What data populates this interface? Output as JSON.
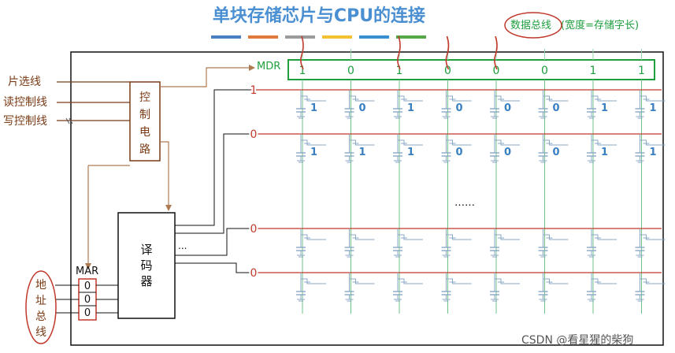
{
  "title": "单块存储芯片与CPU的连接",
  "title_underline_colors": [
    "#4a7fc1",
    "#e07a3a",
    "#9b9b9b",
    "#f2c231",
    "#3a8fd0",
    "#57a848"
  ],
  "data_bus": {
    "label": "数据总线",
    "note": "(宽度=存储字长)"
  },
  "mdr": {
    "label": "MDR",
    "bits": [
      "1",
      "0",
      "1",
      "0",
      "0",
      "0",
      "1",
      "1"
    ]
  },
  "control_inputs": [
    "片选线",
    "读控制线",
    "写控制线"
  ],
  "control_circuit": {
    "chars": [
      "控",
      "制",
      "电",
      "路"
    ]
  },
  "decoder": {
    "chars": [
      "译",
      "码",
      "器"
    ],
    "dots": "..."
  },
  "mar": {
    "label": "MAR",
    "bits": [
      "0",
      "0",
      "0"
    ]
  },
  "address_bus": {
    "chars": [
      "地",
      "址",
      "总",
      "线"
    ]
  },
  "row_selects": [
    "1",
    "0",
    "0",
    "0"
  ],
  "cell_rows": [
    [
      "1",
      "0",
      "1",
      "0",
      "0",
      "0",
      "1",
      "1"
    ],
    [
      "1",
      "1",
      "1",
      "0",
      "0",
      "0",
      "1",
      "1"
    ],
    [
      "",
      "",
      "",
      "",
      "",
      "",
      "",
      ""
    ],
    [
      "",
      "",
      "",
      "",
      "",
      "",
      "",
      ""
    ]
  ],
  "ellipsis": "……",
  "watermark": "CSDN @看星猩的柴狗",
  "colors": {
    "brown": "#7a3b16",
    "green": "#1f9e3e",
    "red": "#c0392b",
    "cell": "#3a7fc0",
    "title": "#4a8fd1"
  }
}
